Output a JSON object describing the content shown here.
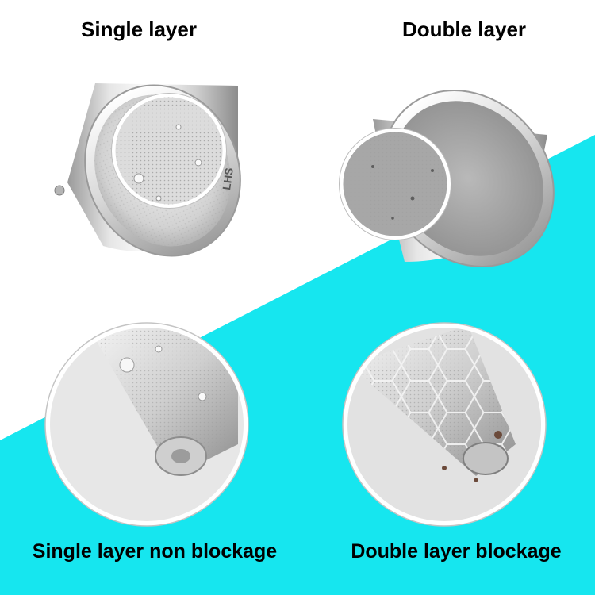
{
  "colors": {
    "background": "#ffffff",
    "accent": "#16e6ef",
    "steel_light": "#f2f2f2",
    "steel_mid": "#c9c9c9",
    "steel_dark": "#8a8a8a",
    "sediment": "#a4a4a4",
    "rust": "#6b4a3a"
  },
  "labels": {
    "top_left": "Single layer",
    "top_right": "Double layer",
    "bottom_left": "Single layer non blockage",
    "bottom_right": "Double layer blockage"
  },
  "imprint": "LHS",
  "icons": {
    "filters": "cone-filter-icon",
    "zoom": "magnifier-circle-icon"
  }
}
